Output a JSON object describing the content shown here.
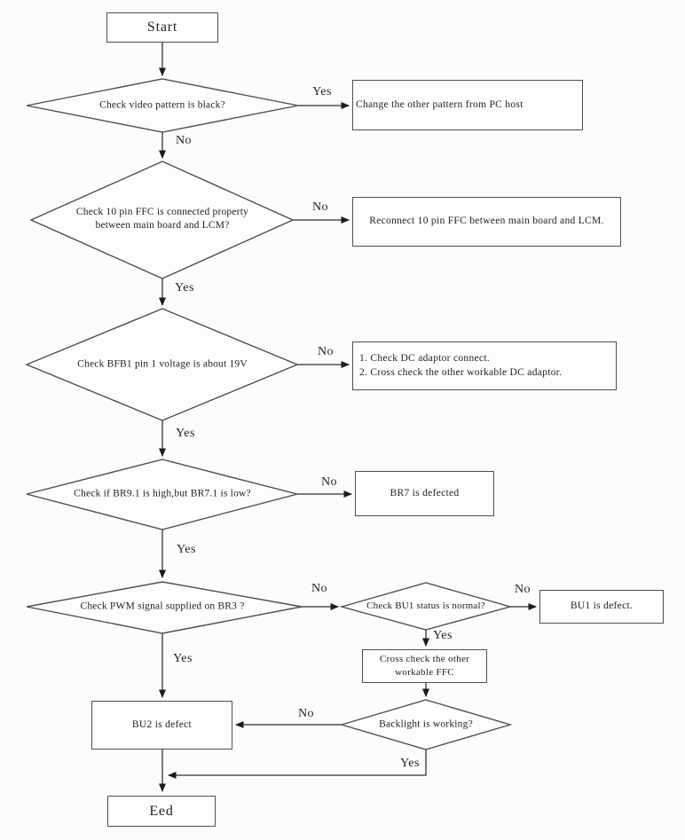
{
  "colors": {
    "line": "#4f4f4f",
    "arrow": "#1c1c1c",
    "text": "#1f1f1f",
    "background": "#fcfcfc"
  },
  "labels": {
    "yes": "Yes",
    "no": "No"
  },
  "nodes": {
    "start": {
      "label": "Start"
    },
    "decision_video": {
      "label": "Check video pattern is black?"
    },
    "process_change_pattern": {
      "label": "Change the other pattern from PC host"
    },
    "decision_ffc": {
      "label": "Check 10 pin FFC is connected property\nbetween main board and LCM?"
    },
    "process_reconnect_ffc": {
      "label": "Reconnect 10 pin FFC between main board and LCM."
    },
    "decision_voltage": {
      "label": "Check BFB1 pin 1 voltage is about 19V"
    },
    "process_dc_adaptor": {
      "label": "1. Check DC adaptor connect.\n2. Cross check the other workable DC adaptor."
    },
    "decision_br": {
      "label": "Check if BR9.1 is high,but BR7.1 is low?"
    },
    "process_br7": {
      "label": "BR7 is defected"
    },
    "decision_pwm": {
      "label": "Check PWM signal supplied on BR3 ?"
    },
    "decision_bu1": {
      "label": "Check BU1 status is normal?"
    },
    "process_bu1": {
      "label": "BU1 is defect."
    },
    "process_cross_ffc": {
      "label": "Cross check the other\nworkable FFC"
    },
    "decision_backlight": {
      "label": "Backlight is working?"
    },
    "process_bu2": {
      "label": "BU2 is defect"
    },
    "end": {
      "label": "Eed"
    }
  }
}
